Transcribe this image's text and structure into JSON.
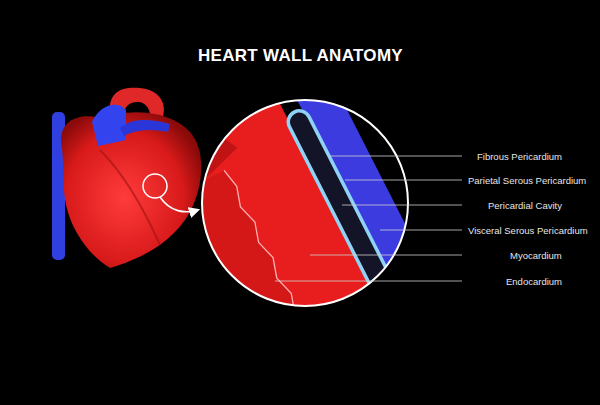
{
  "diagram": {
    "title": "HEART WALL ANATOMY",
    "labels": [
      "Fibrous Pericardium",
      "Parietal Serous Pericardium",
      "Pericardial Cavity",
      "Visceral Serous Pericardium",
      "Myocardium",
      "Endocardium"
    ]
  }
}
